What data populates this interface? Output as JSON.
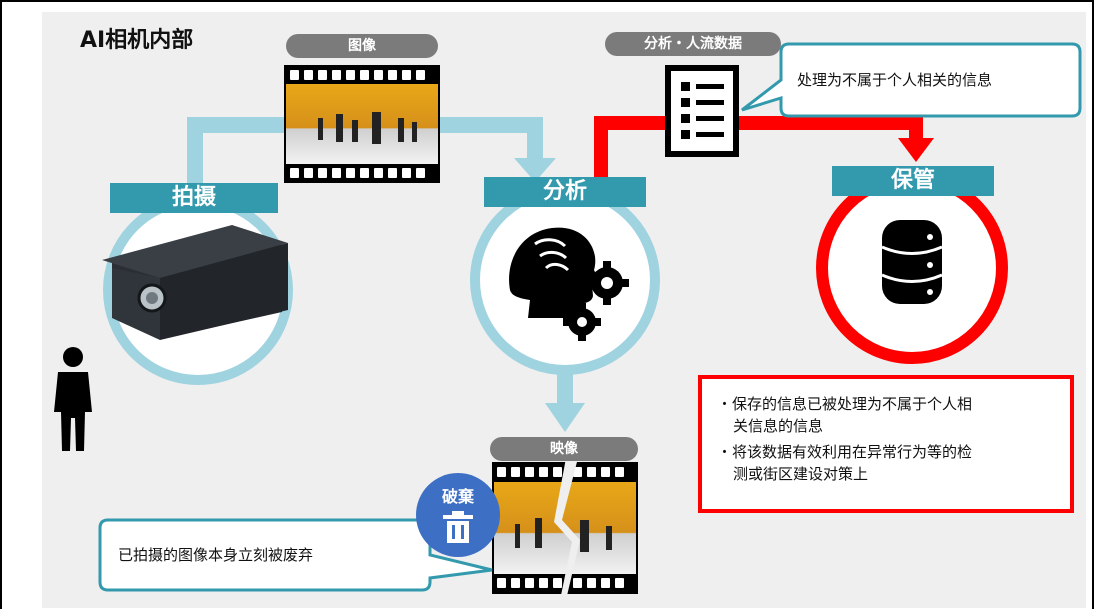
{
  "title": "AI相机内部",
  "labels": {
    "image_top": "图像",
    "analysis_data": "分析・人流数据",
    "video_bottom": "映像"
  },
  "stages": {
    "capture": "拍摄",
    "analyze": "分析",
    "store": "保管"
  },
  "callouts": {
    "privacy": "处理为不属于个人相关的信息",
    "discard": "已拍摄的图像本身立刻被废弃"
  },
  "discard_badge": "破棄",
  "storage_notes": [
    "・保存的信息已被处理为不属于个人相",
    "关信息的信息",
    "・将该数据有效利用在异常行为等的检",
    "测或街区建设对策上"
  ],
  "colors": {
    "flow_light_blue": "#9fd3e0",
    "stage_teal": "#3399ad",
    "storage_red": "#ff0000",
    "callout_border": "#3399ad",
    "discard_blue": "#3d6fc4",
    "pill_gray": "#7b7b7b",
    "panel_gray": "#efefef"
  },
  "icons": [
    "person-icon",
    "camera-device-icon",
    "brain-gears-icon",
    "document-list-icon",
    "database-icon",
    "trash-icon",
    "film-strip-icon"
  ]
}
